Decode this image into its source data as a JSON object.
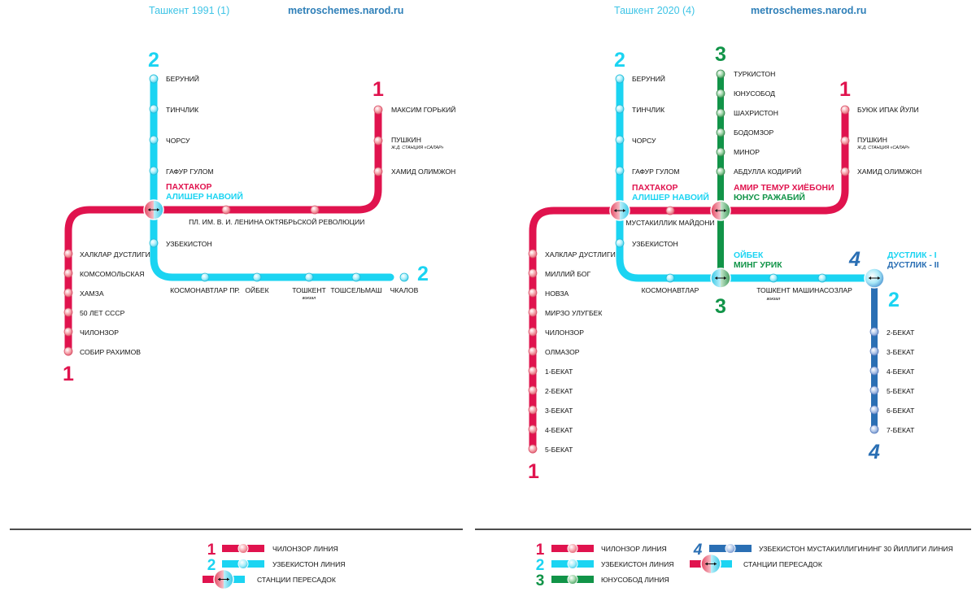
{
  "colors": {
    "line1": "#e0134e",
    "line2": "#1bd4f2",
    "line3": "#119448",
    "line4": "#2a6fb4",
    "line1_dark": "#d81b55",
    "line2_dark": "#00c8ef",
    "site": "#2e7fb8",
    "title": "#3ec4e6"
  },
  "left": {
    "title": "Ташкент 1991 (1)",
    "site": "metroschemes.narod.ru",
    "line_numbers": {
      "l2_top": "2",
      "l1_top": "1",
      "l2_end": "2",
      "l1_end": "1"
    },
    "transfer": {
      "name_red": "ПАХТАКОР",
      "name_cyan": "АЛИШЕР НАВОИЙ"
    },
    "line2_upper": [
      "БЕРУНИЙ",
      "ТИНЧЛИК",
      "ЧОРСУ",
      "ГАФУР ГУЛОМ"
    ],
    "line2_mid": "УЗБЕКИСТОН",
    "line2_bottom": [
      "КОСМОНАВТЛАР ПР.",
      "ОЙБЕК",
      "ТОШКЕНТ",
      "ТОШСЕЛЬМАШ",
      "ЧКАЛОВ"
    ],
    "tashkent_sub": "вокзал",
    "line1_upper": [
      "МАКСИМ ГОРЬКИЙ",
      "ПУШКИН",
      "ХАМИД ОЛИМЖОН"
    ],
    "pushkin_sub": "Ж.Д. СТАНЦИЯ «САЛАР»",
    "line1_mid": [
      "ПЛ. ИМ. В. И. ЛЕНИНА",
      "ОКТЯБРЬСКОЙ РЕВОЛЮЦИИ"
    ],
    "line1_lower": [
      "ХАЛКЛАР ДУСТЛИГИ",
      "КОМСОМОЛЬСКАЯ",
      "ХАМЗА",
      "50 ЛЕТ СССР",
      "ЧИЛОНЗОР",
      "СОБИР РАХИМОВ"
    ],
    "legend": [
      {
        "num": "1",
        "label": "ЧИЛОНЗОР ЛИНИЯ"
      },
      {
        "num": "2",
        "label": "УЗБЕКИСТОН ЛИНИЯ"
      },
      {
        "num": "",
        "label": "СТАНЦИИ ПЕРЕСАДОК"
      }
    ]
  },
  "right": {
    "title": "Ташкент 2020 (4)",
    "site": "metroschemes.narod.ru",
    "line_numbers": {
      "l2_top": "2",
      "l3_top": "3",
      "l1_top": "1",
      "l4_top": "4",
      "l2_end": "2",
      "l3_end": "3",
      "l4_end": "4",
      "l1_end": "1"
    },
    "transfer_a": {
      "name_red": "ПАХТАКОР",
      "name_cyan": "АЛИШЕР НАВОИЙ"
    },
    "transfer_b": {
      "name_red": "АМИР ТЕМУР ХИЁБОНИ",
      "name_green": "ЮНУС РАЖАБИЙ"
    },
    "transfer_c": {
      "name_cyan": "ОЙБЕК",
      "name_green": "МИНГ УРИК"
    },
    "transfer_d": {
      "line1": "ДУСТЛИК - I",
      "line2": "ДУСТЛИК - II"
    },
    "line2_upper": [
      "БЕРУНИЙ",
      "ТИНЧЛИК",
      "ЧОРСУ",
      "ГАФУР ГУЛОМ"
    ],
    "line2_mid": "УЗБЕКИСТОН",
    "line2_bottom": [
      "КОСМОНАВТЛАР",
      "ТОШКЕНТ",
      "МАШИНАСОЗЛАР"
    ],
    "tashkent_sub": "вокзал",
    "line3": [
      "ТУРКИСТОН",
      "ЮНУСОБОД",
      "ШАХРИСТОН",
      "БОДОМЗОР",
      "МИНОР",
      "АБДУЛЛА КОДИРИЙ"
    ],
    "line1_upper": [
      "БУЮК ИПАК ЙУЛИ",
      "ПУШКИН",
      "ХАМИД ОЛИМЖОН"
    ],
    "pushkin_sub": "Ж.Д. СТАНЦИЯ «САЛАР»",
    "line1_mid": "МУСТАКИЛЛИК МАЙДОНИ",
    "line1_lower": [
      "ХАЛКЛАР ДУСТЛИГИ",
      "МИЛЛИЙ БОГ",
      "НОВЗА",
      "МИРЗО УЛУГБЕК",
      "ЧИЛОНЗОР",
      "ОЛМАЗОР",
      "1-БЕКАТ",
      "2-БЕКАТ",
      "3-БЕКАТ",
      "4-БЕКАТ",
      "5-БЕКАТ"
    ],
    "line4": [
      "2-БЕКАТ",
      "3-БЕКАТ",
      "4-БЕКАТ",
      "5-БЕКАТ",
      "6-БЕКАТ",
      "7-БЕКАТ"
    ],
    "legend": [
      {
        "num": "1",
        "label": "ЧИЛОНЗОР ЛИНИЯ"
      },
      {
        "num": "2",
        "label": "УЗБЕКИСТОН ЛИНИЯ"
      },
      {
        "num": "3",
        "label": "ЮНУСОБОД ЛИНИЯ"
      },
      {
        "num": "4",
        "label": "УЗБЕКИСТОН МУСТАКИЛЛИГИНИНГ 30 ЙИЛЛИГИ ЛИНИЯ"
      },
      {
        "num": "",
        "label": "СТАНЦИИ ПЕРЕСАДОК"
      }
    ]
  }
}
